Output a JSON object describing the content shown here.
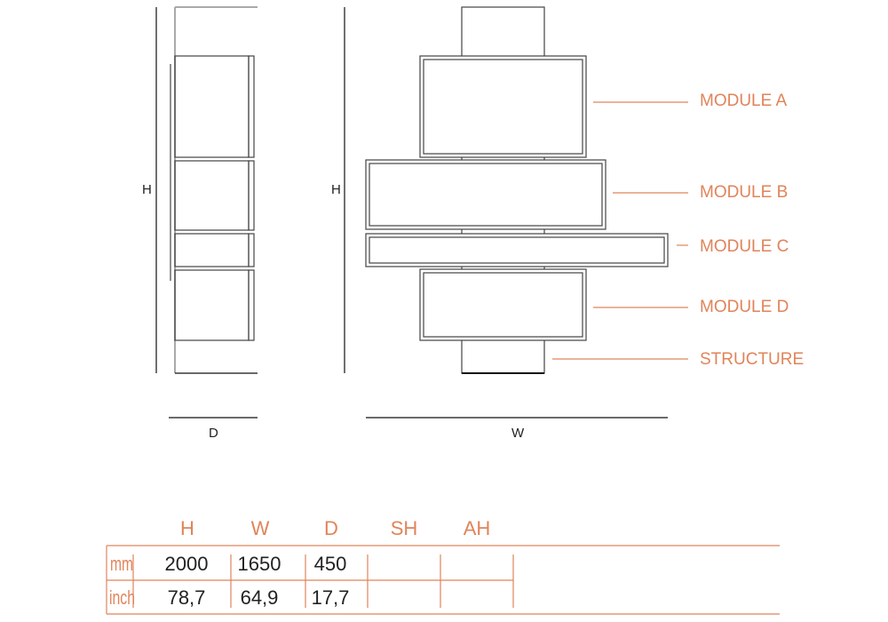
{
  "side_view": {
    "height_label": "H",
    "depth_label": "D"
  },
  "front_view": {
    "height_label": "H",
    "width_label": "W"
  },
  "callouts": {
    "module_a": "MODULE A",
    "module_b": "MODULE B",
    "module_c": "MODULE C",
    "module_d": "MODULE D",
    "structure": "STRUCTURE"
  },
  "dimensions_table": {
    "headers": [
      "H",
      "W",
      "D",
      "SH",
      "AH"
    ],
    "rows": [
      {
        "unit": "mm",
        "values": [
          "2000",
          "1650",
          "450",
          "",
          ""
        ]
      },
      {
        "unit": "inch",
        "values": [
          "78,7",
          "64,9",
          "17,7",
          "",
          ""
        ]
      }
    ]
  },
  "colors": {
    "accent": "#e0845a",
    "line": "#444444"
  }
}
